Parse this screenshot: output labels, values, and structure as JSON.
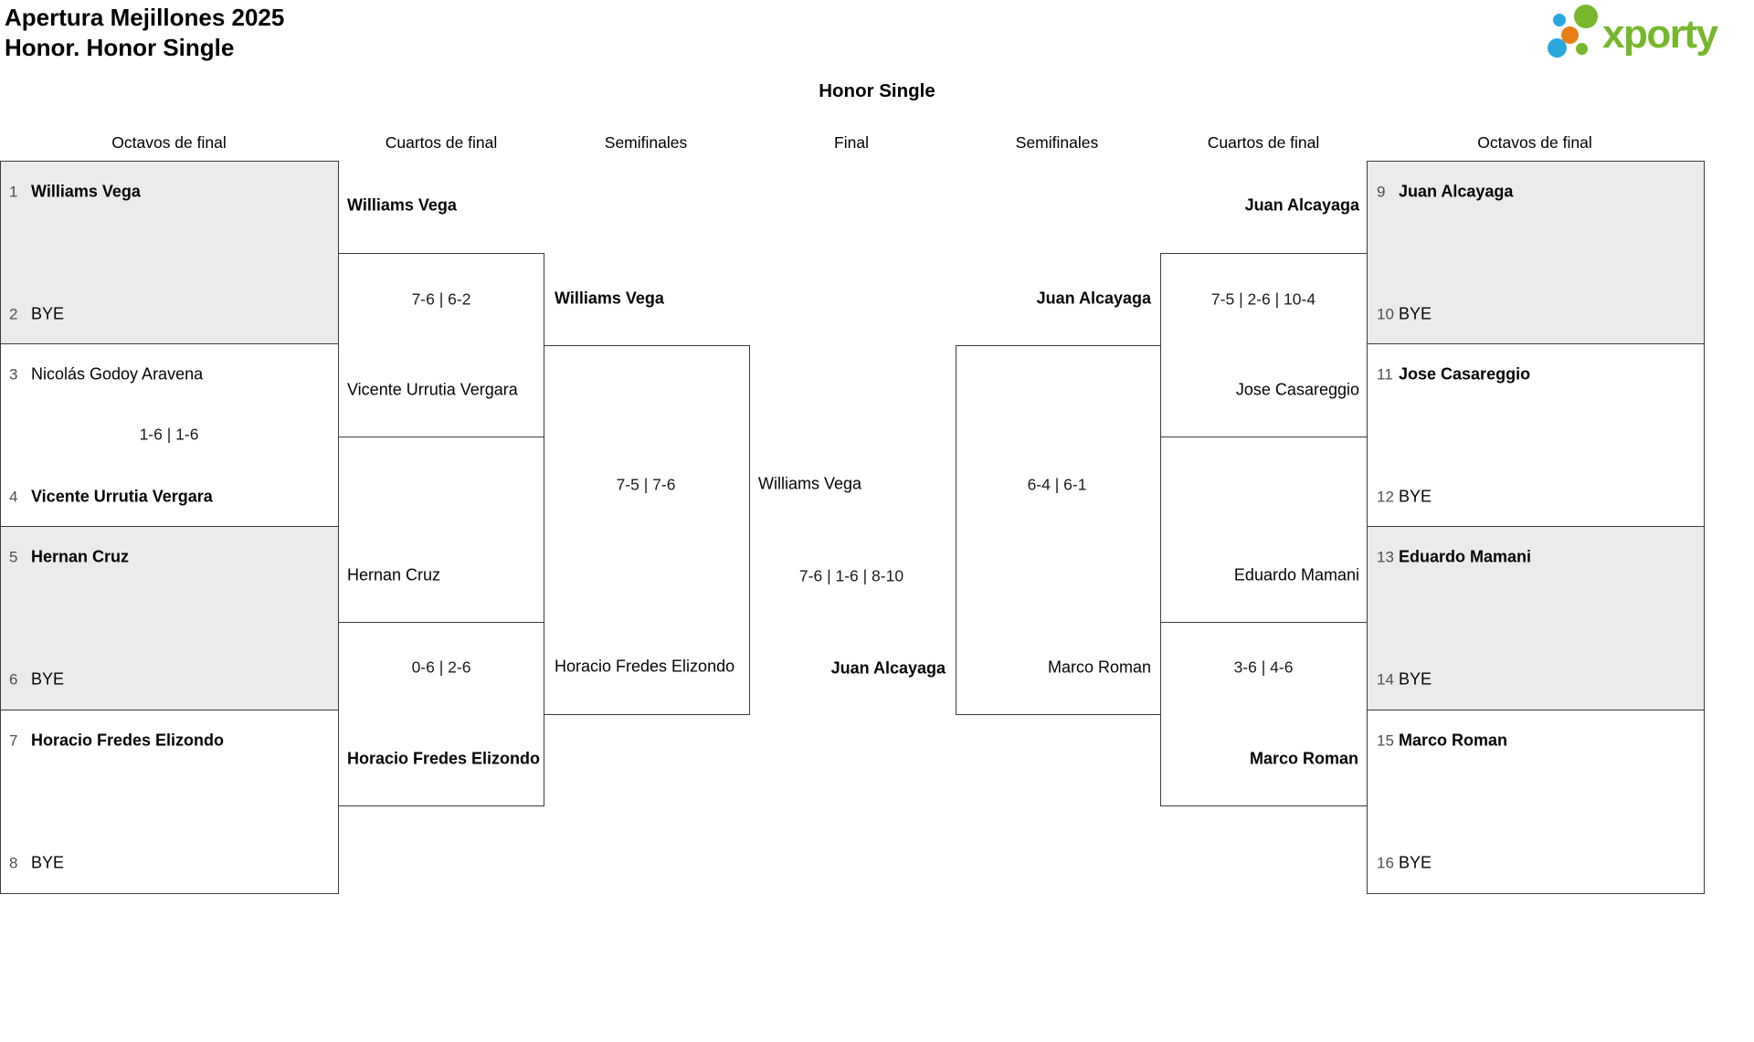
{
  "title": {
    "line1": "Apertura Mejillones 2025",
    "line2": "Honor. Honor Single"
  },
  "subtitle": "Honor Single",
  "logo": {
    "text": "xporty",
    "green": "#76b72e",
    "blue": "#2ba7de",
    "orange": "#e87d16"
  },
  "colors": {
    "box_shade": "#ebebeb",
    "box_border": "#3c3c3c",
    "seed_number": "#4f4f4f"
  },
  "round_headers": [
    "Octavos de final",
    "Cuartos de final",
    "Semifinales",
    "Final",
    "Semifinales",
    "Cuartos de final",
    "Octavos de final"
  ],
  "octavos_left": {
    "matches": [
      {
        "shaded": true,
        "score": "",
        "slots": [
          {
            "seed": "1",
            "name": "Williams Vega",
            "winner": true
          },
          {
            "seed": "2",
            "name": "BYE",
            "winner": false
          }
        ]
      },
      {
        "shaded": false,
        "score": "1-6 | 1-6",
        "slots": [
          {
            "seed": "3",
            "name": "Nicolás Godoy Aravena",
            "winner": false
          },
          {
            "seed": "4",
            "name": "Vicente Urrutia Vergara",
            "winner": true
          }
        ]
      },
      {
        "shaded": true,
        "score": "",
        "slots": [
          {
            "seed": "5",
            "name": "Hernan Cruz",
            "winner": true
          },
          {
            "seed": "6",
            "name": "BYE",
            "winner": false
          }
        ]
      },
      {
        "shaded": false,
        "score": "",
        "slots": [
          {
            "seed": "7",
            "name": "Horacio Fredes Elizondo",
            "winner": true
          },
          {
            "seed": "8",
            "name": "BYE",
            "winner": false
          }
        ]
      }
    ]
  },
  "octavos_right": {
    "matches": [
      {
        "shaded": true,
        "score": "",
        "slots": [
          {
            "seed": "9",
            "name": "Juan Alcayaga",
            "winner": true
          },
          {
            "seed": "10",
            "name": "BYE",
            "winner": false
          }
        ]
      },
      {
        "shaded": false,
        "score": "",
        "slots": [
          {
            "seed": "11",
            "name": "Jose Casareggio",
            "winner": true
          },
          {
            "seed": "12",
            "name": "BYE",
            "winner": false
          }
        ]
      },
      {
        "shaded": true,
        "score": "",
        "slots": [
          {
            "seed": "13",
            "name": "Eduardo Mamani",
            "winner": true
          },
          {
            "seed": "14",
            "name": "BYE",
            "winner": false
          }
        ]
      },
      {
        "shaded": false,
        "score": "",
        "slots": [
          {
            "seed": "15",
            "name": "Marco Roman",
            "winner": true
          },
          {
            "seed": "16",
            "name": "BYE",
            "winner": false
          }
        ]
      }
    ]
  },
  "cuartos_left": {
    "matches": [
      {
        "top": "Williams Vega",
        "top_winner": true,
        "score": "7-6 | 6-2",
        "bottom": "Vicente Urrutia Vergara",
        "bottom_winner": false
      },
      {
        "top": "Hernan Cruz",
        "top_winner": false,
        "score": "0-6 | 2-6",
        "bottom": "Horacio Fredes Elizondo",
        "bottom_winner": true
      }
    ]
  },
  "cuartos_right": {
    "matches": [
      {
        "top": "Juan Alcayaga",
        "top_winner": true,
        "score": "7-5 | 2-6 | 10-4",
        "bottom": "Jose Casareggio",
        "bottom_winner": false
      },
      {
        "top": "Eduardo Mamani",
        "top_winner": false,
        "score": "3-6 | 4-6",
        "bottom": "Marco Roman",
        "bottom_winner": true
      }
    ]
  },
  "semifinal_left": {
    "top": "Williams Vega",
    "top_winner": true,
    "score": "7-5 | 7-6",
    "bottom": "Horacio Fredes Elizondo",
    "bottom_winner": false
  },
  "semifinal_right": {
    "top": "Juan Alcayaga",
    "top_winner": true,
    "score": "6-4 | 6-1",
    "bottom": "Marco Roman",
    "bottom_winner": false
  },
  "final": {
    "top": "Williams Vega",
    "top_winner": false,
    "score": "7-6 | 1-6 | 8-10",
    "bottom": "Juan Alcayaga",
    "bottom_winner": true
  }
}
